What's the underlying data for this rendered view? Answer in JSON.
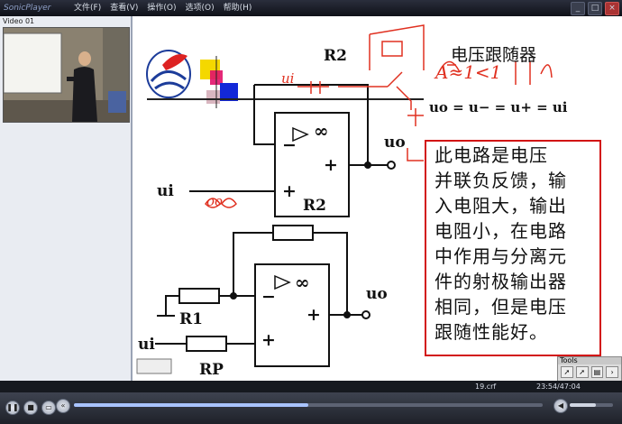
{
  "app": {
    "title": "SonicPlayer"
  },
  "menu": [
    "文件(F)",
    "查看(V)",
    "操作(O)",
    "选项(O)",
    "帮助(H)"
  ],
  "video_panel": {
    "label": "Video 01"
  },
  "slide": {
    "title": "电压跟随器",
    "equation": "uo = u− = u+ = ui",
    "labels": {
      "r2_top": "R2",
      "r2_mid": "R2",
      "r1": "R1",
      "rp": "RP",
      "ui_top": "ui",
      "uo_top": "uo",
      "ui_bottom": "ui",
      "uo_bottom": "uo",
      "minus": "−",
      "plus": "+",
      "inf": "∞"
    },
    "box_lines": [
      "此电路是电压",
      "并联负反馈，输",
      "入电阻大，输出",
      "电阻小，在电路",
      "中作用与分离元",
      "件的射极输出器",
      "相同，但是电压",
      "跟随性能好。"
    ],
    "handwriting": [
      "A≈1<1",
      "ui",
      "oo"
    ]
  },
  "tools": {
    "label": "Tools"
  },
  "status": {
    "file": "19.crf",
    "time": "23:54/47:04"
  },
  "playback": {
    "progress": 0.5,
    "volume": 0.6
  },
  "colors": {
    "accent": "#d21414",
    "ink": "#e03020"
  }
}
